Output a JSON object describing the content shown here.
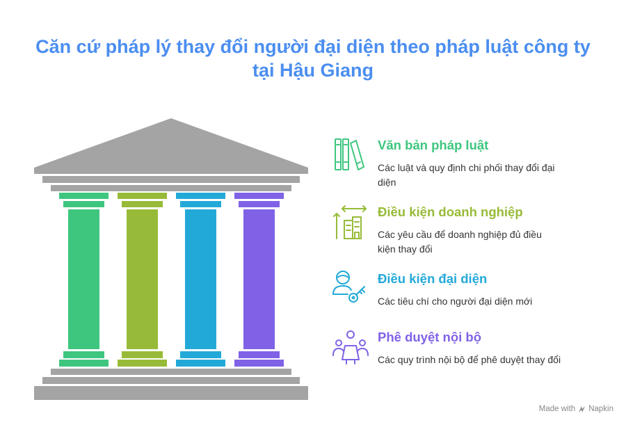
{
  "title": {
    "line1": "Căn cứ pháp lý thay đổi người đại diện theo pháp luật công ty",
    "line2": "tại Hậu Giang"
  },
  "colors": {
    "title": "#4b8ef0",
    "gray": "#a4a4a4",
    "pillars": [
      "#3ec67f",
      "#97bb38",
      "#23a9d8",
      "#8062e6"
    ]
  },
  "items": [
    {
      "heading": "Văn bản pháp luật",
      "description": "Các luật và quy định chi phối thay đổi đại diện",
      "icon": "books-icon",
      "color": "#3ec67f"
    },
    {
      "heading": "Điều kiện doanh nghiệp",
      "description": "Các yêu cầu để doanh nghiệp đủ điều kiện thay đổi",
      "icon": "building-measure-icon",
      "color": "#97bb38"
    },
    {
      "heading": "Điều kiện đại diện",
      "description": "Các tiêu chí cho người đại diện mới",
      "icon": "person-key-icon",
      "color": "#23a9d8"
    },
    {
      "heading": "Phê duyệt nội bộ",
      "description": "Các quy trình nội bộ để phê duyệt thay đổi",
      "icon": "meeting-table-icon",
      "color": "#8062e6"
    }
  ],
  "footer": {
    "made_with": "Made with",
    "brand": "Napkin"
  }
}
